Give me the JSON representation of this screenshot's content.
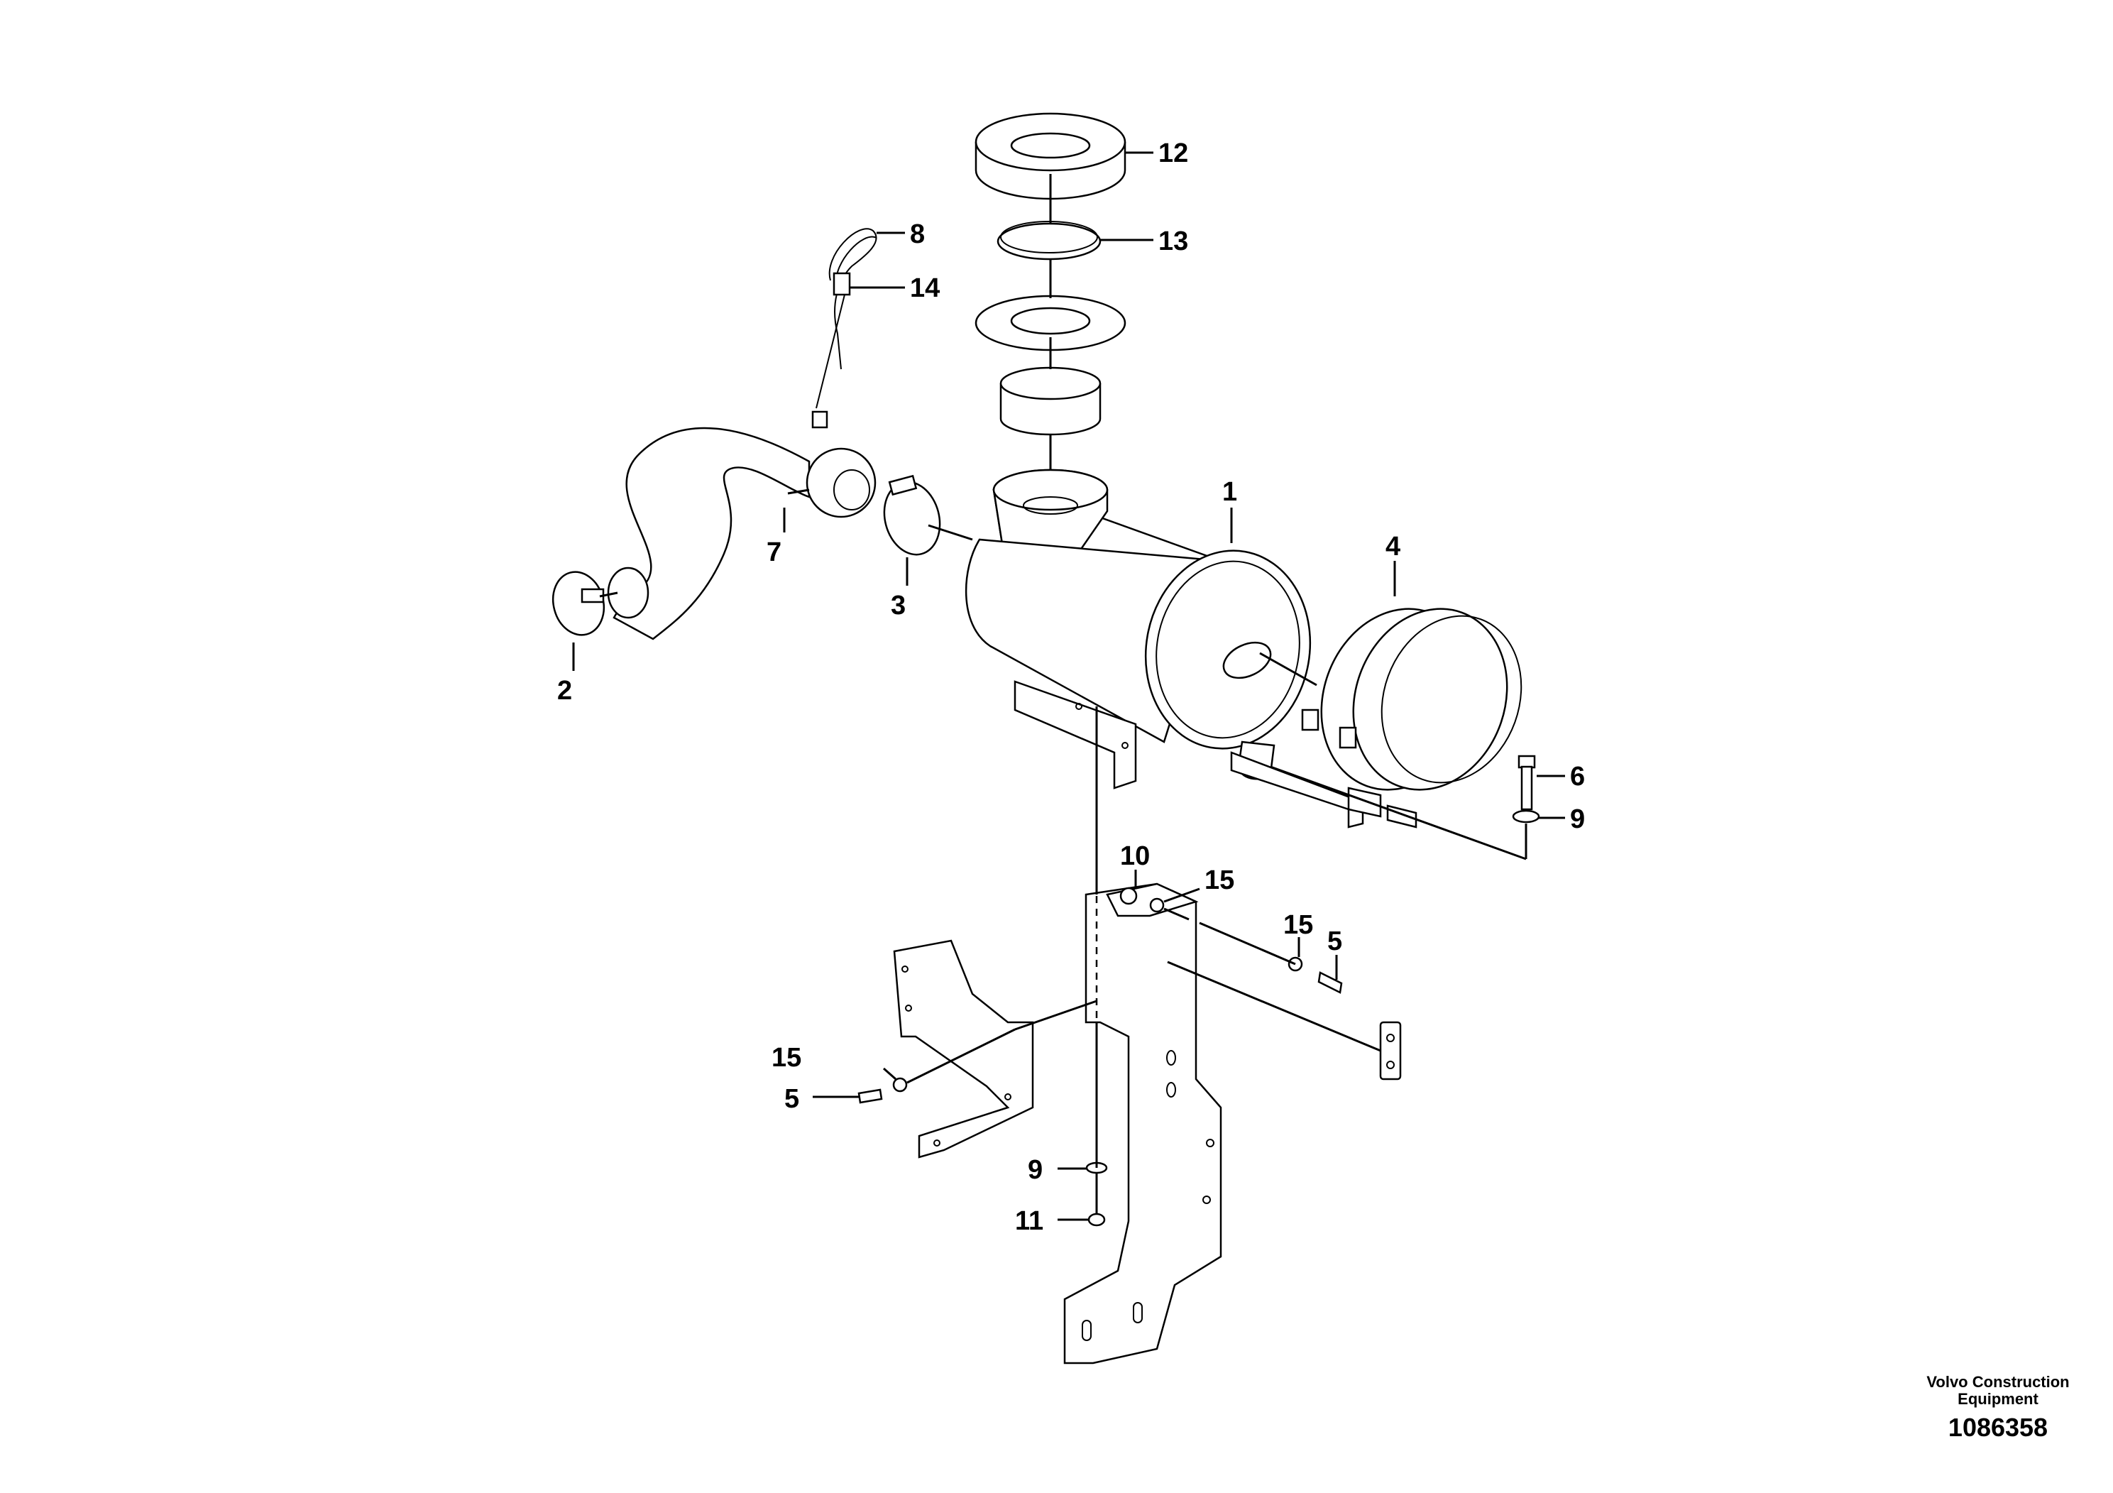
{
  "callouts": {
    "c1": "1",
    "c2": "2",
    "c3": "3",
    "c4": "4",
    "c5a": "5",
    "c5b": "5",
    "c6": "6",
    "c7": "7",
    "c8": "8",
    "c9a": "9",
    "c9b": "9",
    "c10": "10",
    "c11": "11",
    "c12": "12",
    "c13": "13",
    "c14": "14",
    "c15a": "15",
    "c15b": "15",
    "c15c": "15"
  },
  "footer": {
    "company_line1": "Volvo Construction",
    "company_line2": "Equipment",
    "document_number": "1086358"
  }
}
